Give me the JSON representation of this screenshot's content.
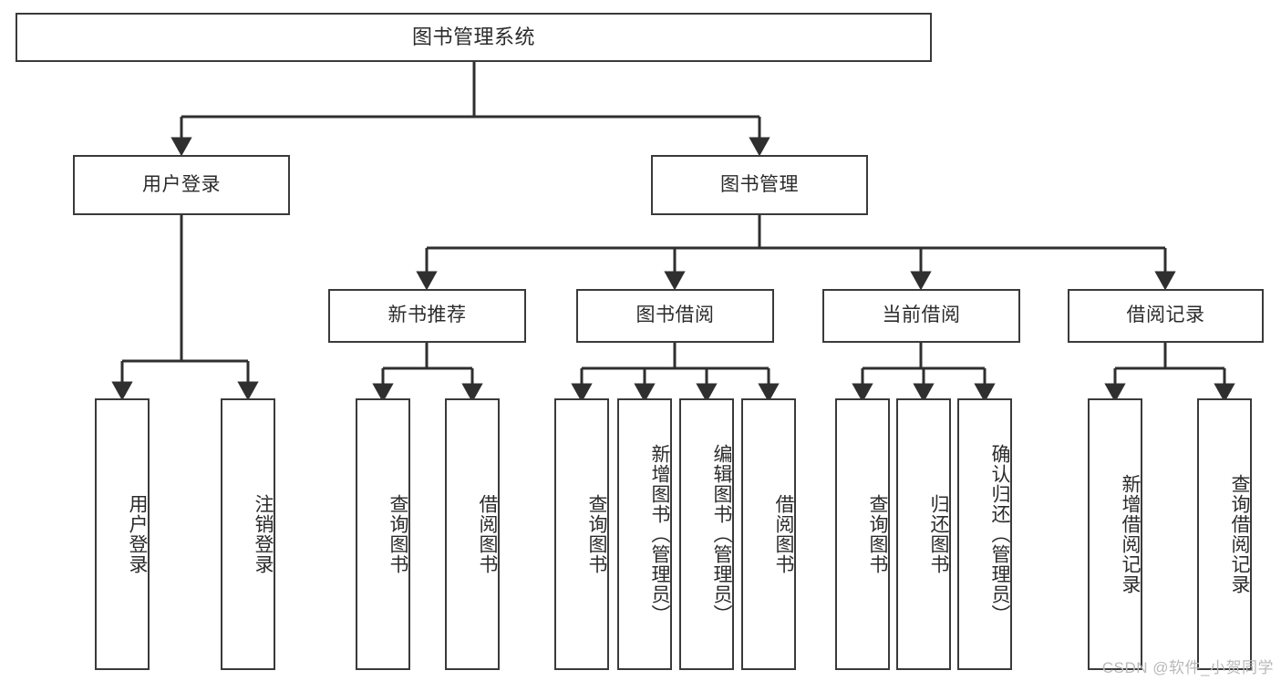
{
  "diagram": {
    "title": "图书管理系统",
    "watermark": "CSDN @软件_小贺同学",
    "colors": {
      "box_border": "#3a3a3a",
      "box_fill": "#ffffff",
      "text": "#2b2b2b",
      "edge": "#2f2f2f",
      "watermark": "#b9b9b9",
      "background": "#ffffff"
    }
  },
  "nodes": {
    "root": {
      "label": "图书管理系统"
    },
    "level1": [
      {
        "label": "用户登录"
      },
      {
        "label": "图书管理"
      }
    ],
    "level2": [
      {
        "label": "新书推荐"
      },
      {
        "label": "图书借阅"
      },
      {
        "label": "当前借阅"
      },
      {
        "label": "借阅记录"
      }
    ],
    "leaves": {
      "user_login": [
        {
          "label": "用户登录"
        },
        {
          "label": "注销登录"
        }
      ],
      "new_book_recommend": [
        {
          "label": "查询图书"
        },
        {
          "label": "借阅图书"
        }
      ],
      "book_borrow": [
        {
          "label": "查询图书"
        },
        {
          "label": "新增图书（管理员）"
        },
        {
          "label": "编辑图书（管理员）"
        },
        {
          "label": "借阅图书"
        }
      ],
      "current_borrow": [
        {
          "label": "查询图书"
        },
        {
          "label": "归还图书"
        },
        {
          "label": "确认归还（管理员）"
        }
      ],
      "borrow_record": [
        {
          "label": "新增借阅记录"
        },
        {
          "label": "查询借阅记录"
        }
      ]
    }
  }
}
